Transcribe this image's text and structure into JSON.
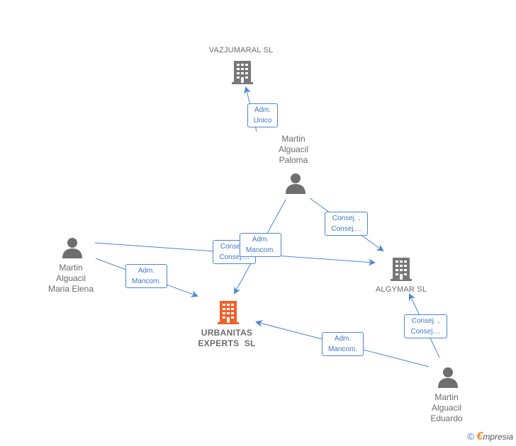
{
  "colors": {
    "edge": "#4a86d4",
    "company_icon": "#777777",
    "main_company_icon": "#f0622a",
    "person_icon": "#6e6e6e",
    "label_text": "#6b6b6b"
  },
  "nodes": {
    "vazjumaral": {
      "label": "VAZJUMARAL SL"
    },
    "algymar": {
      "label": "ALGYMAR SL"
    },
    "urbanitas": {
      "line1": "URBANITAS",
      "line2": "EXPERTS  SL"
    },
    "paloma": {
      "line1": "Martin",
      "line2": "Alguacil",
      "line3": "Paloma"
    },
    "maria_elena": {
      "line1": "Martin",
      "line2": "Alguacil",
      "line3": "Maria Elena"
    },
    "eduardo": {
      "line1": "Martin",
      "line2": "Alguacil",
      "line3": "Eduardo"
    }
  },
  "edges": {
    "paloma_vazjumaral": {
      "line1": "Adm.",
      "line2": "Unico"
    },
    "paloma_algymar": {
      "line1": "Consej. ,",
      "line2": "Consej...."
    },
    "maria_algymar": {
      "line1": "Consej. ,",
      "line2": "Consej...."
    },
    "paloma_urbanitas": {
      "line1": "Adm.",
      "line2": "Mancom."
    },
    "maria_urbanitas": {
      "line1": "Adm.",
      "line2": "Mancom."
    },
    "eduardo_algymar": {
      "line1": "Consej. ,",
      "line2": "Consej...."
    },
    "eduardo_urbanitas": {
      "line1": "Adm.",
      "line2": "Mancom."
    }
  },
  "footer": {
    "copyright": "©",
    "brand_e": "€",
    "brand": "mpresia"
  }
}
